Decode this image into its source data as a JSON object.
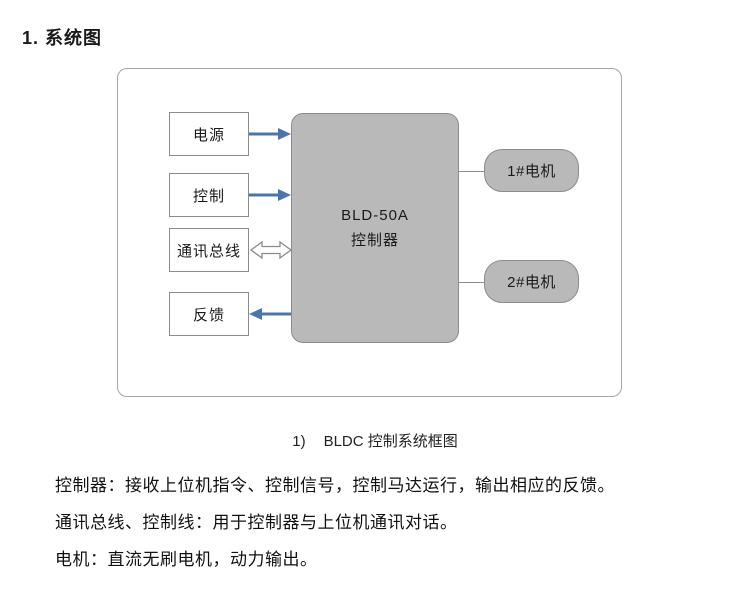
{
  "page": {
    "title": "1. 系统图"
  },
  "diagram": {
    "inputs": [
      {
        "label": "电源",
        "arrow": "right"
      },
      {
        "label": "控制",
        "arrow": "right"
      },
      {
        "label": "通讯总线",
        "arrow": "double"
      },
      {
        "label": "反馈",
        "arrow": "left"
      }
    ],
    "controller": {
      "line1": "BLD-50A",
      "line2": "控制器"
    },
    "motors": [
      {
        "label": "1#电机"
      },
      {
        "label": "2#电机"
      }
    ],
    "colors": {
      "arrow_blue": "#4a74b0",
      "block_gray": "#b9b9b9",
      "border_gray": "#8c8c8c"
    }
  },
  "caption": {
    "number": "1)",
    "text": "BLDC 控制系统框图"
  },
  "notes": [
    "控制器：接收上位机指令、控制信号，控制马达运行，输出相应的反馈。",
    "通讯总线、控制线：用于控制器与上位机通讯对话。",
    "电机：直流无刷电机，动力输出。"
  ]
}
